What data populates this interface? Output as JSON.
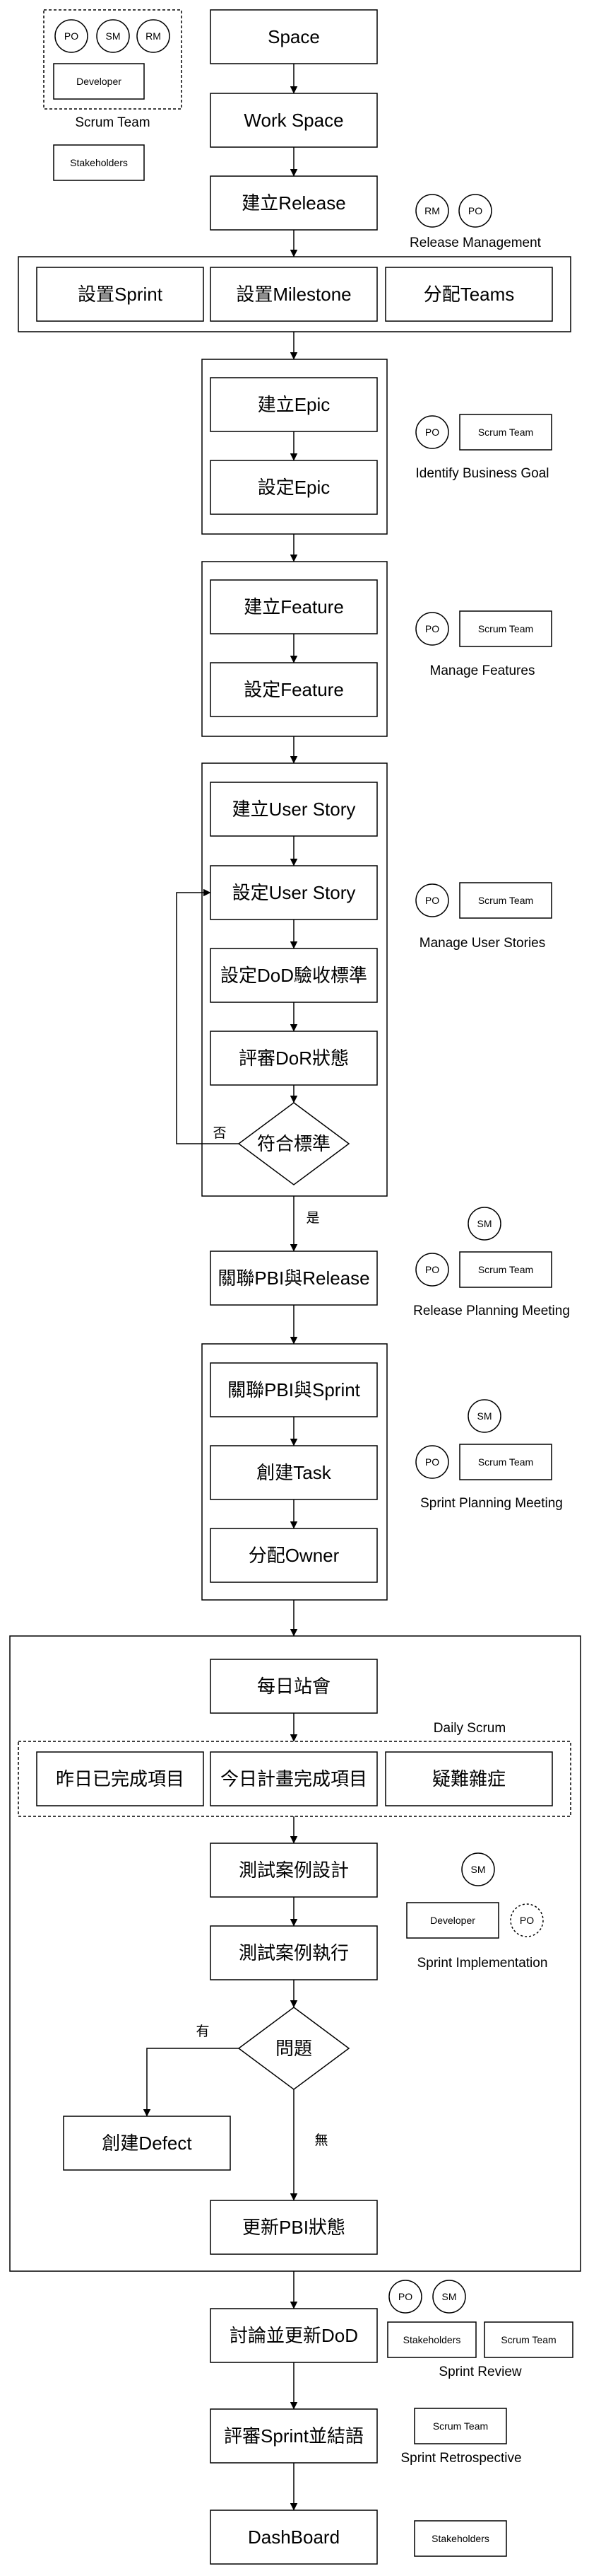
{
  "nodes": {
    "space": "Space",
    "workspace": "Work Space",
    "create_release": "建立Release",
    "set_sprint": "設置Sprint",
    "set_milestone": "設置Milestone",
    "assign_teams": "分配Teams",
    "create_epic": "建立Epic",
    "set_epic": "設定Epic",
    "create_feature": "建立Feature",
    "set_feature": "設定Feature",
    "create_story": "建立User Story",
    "set_story": "設定User Story",
    "set_dod": "設定DoD驗收標準",
    "review_dor": "評審DoR狀態",
    "meets_criteria": "符合標準",
    "link_pbi_release": "關聯PBI與Release",
    "link_pbi_sprint": "關聯PBI與Sprint",
    "create_task": "創建Task",
    "assign_owner": "分配Owner",
    "daily_standup": "每日站會",
    "done_yesterday": "昨日已完成項目",
    "plan_today": "今日計畫完成項目",
    "impediments": "疑難雜症",
    "test_design": "測試案例設計",
    "test_exec": "測試案例執行",
    "issue": "問題",
    "create_defect": "創建Defect",
    "update_pbi": "更新PBI狀態",
    "discuss_dod": "討論並更新DoD",
    "review_sprint": "評審Sprint並結語",
    "dashboard": "DashBoard"
  },
  "edge_labels": {
    "no": "否",
    "yes": "是",
    "has": "有",
    "none": "無"
  },
  "roles": {
    "po": "PO",
    "sm": "SM",
    "rm": "RM",
    "developer": "Developer",
    "stakeholders": "Stakeholders",
    "scrum_team": "Scrum Team"
  },
  "captions": {
    "scrum_team": "Scrum Team",
    "release_management": "Release Management",
    "identify_goal": "Identify Business Goal",
    "manage_features": "Manage Features",
    "manage_stories": "Manage User Stories",
    "release_planning": "Release Planning Meeting",
    "sprint_planning": "Sprint Planning Meeting",
    "daily_scrum": "Daily Scrum",
    "sprint_implementation": "Sprint Implementation",
    "sprint_review": "Sprint Review",
    "sprint_retrospective": "Sprint Retrospective"
  }
}
